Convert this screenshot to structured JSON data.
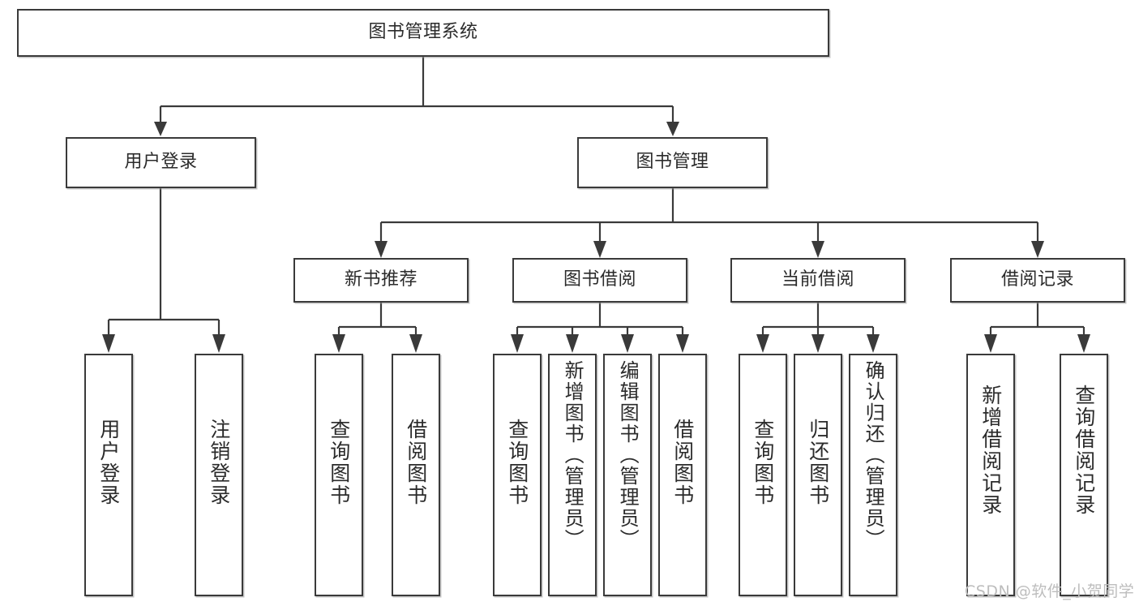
{
  "diagram": {
    "title_node": {
      "label": "图书管理系统"
    },
    "level2": [
      {
        "id": "user-login",
        "label": "用户登录"
      },
      {
        "id": "book-management",
        "label": "图书管理"
      }
    ],
    "level3": [
      {
        "id": "new-book-recommend",
        "label": "新书推荐"
      },
      {
        "id": "book-borrow",
        "label": "图书借阅"
      },
      {
        "id": "current-borrow",
        "label": "当前借阅"
      },
      {
        "id": "borrow-record",
        "label": "借阅记录"
      }
    ],
    "leaves": {
      "user_login": [
        {
          "id": "leaf-user-login",
          "label": "用户登录"
        },
        {
          "id": "leaf-logout-login",
          "label": "注销登录"
        }
      ],
      "new_book_recommend": [
        {
          "id": "leaf-query-book-1",
          "label": "查询图书"
        },
        {
          "id": "leaf-borrow-book-1",
          "label": "借阅图书"
        }
      ],
      "book_borrow": [
        {
          "id": "leaf-query-book-2",
          "label": "查询图书"
        },
        {
          "id": "leaf-add-book",
          "label": "新增图书（管理员）"
        },
        {
          "id": "leaf-edit-book",
          "label": "编辑图书（管理员）"
        },
        {
          "id": "leaf-borrow-book-2",
          "label": "借阅图书"
        }
      ],
      "current_borrow": [
        {
          "id": "leaf-query-book-3",
          "label": "查询图书"
        },
        {
          "id": "leaf-return-book",
          "label": "归还图书"
        },
        {
          "id": "leaf-confirm-return",
          "label": "确认归还（管理员）"
        }
      ],
      "borrow_record": [
        {
          "id": "leaf-add-borrow-record",
          "label": "新增借阅记录"
        },
        {
          "id": "leaf-query-borrow-record",
          "label": "查询借阅记录"
        }
      ]
    }
  },
  "watermark": {
    "text": "CSDN @软件_小贺同学"
  },
  "colors": {
    "border": "#3a3a3a",
    "text": "#2b2b2b",
    "background": "#ffffff",
    "watermark": "#bdbdbd"
  }
}
